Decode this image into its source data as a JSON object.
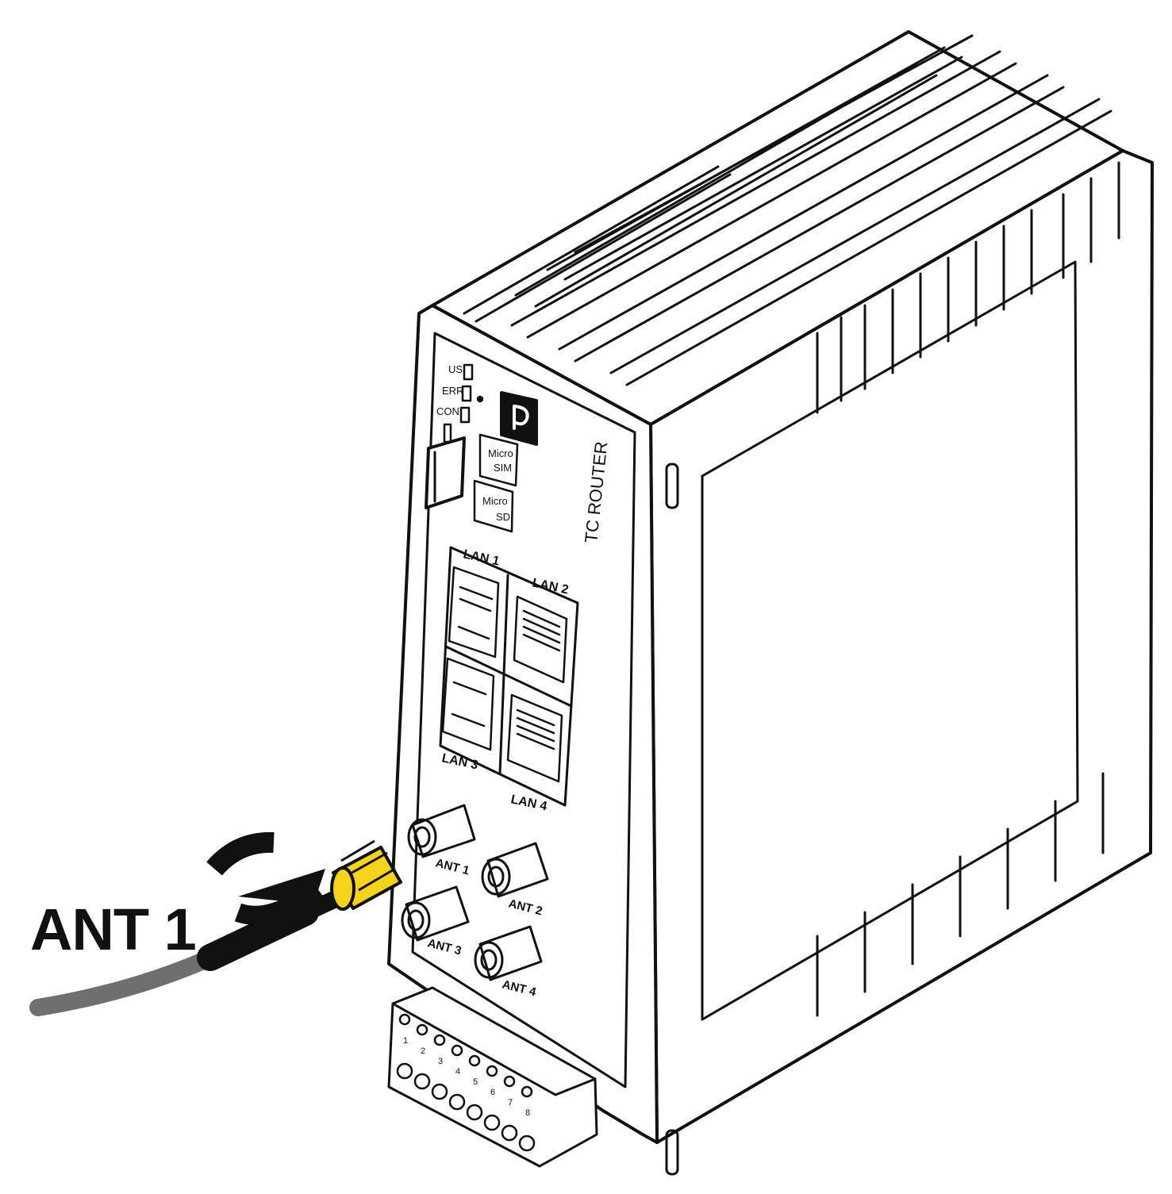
{
  "callout_label": "ANT 1",
  "device": {
    "name_label": "TC ROUTER",
    "leds": [
      "US",
      "ERR",
      "CON"
    ],
    "slots": {
      "sim": [
        "Micro",
        "SIM"
      ],
      "sd": [
        "Micro",
        "SD"
      ]
    },
    "lan_ports": [
      "LAN 1",
      "LAN 2",
      "LAN 3",
      "LAN 4"
    ],
    "antenna_ports": [
      "ANT 1",
      "ANT 2",
      "ANT 3",
      "ANT 4"
    ],
    "terminal_numbers": [
      "1",
      "2",
      "3",
      "4",
      "5",
      "6",
      "7",
      "8"
    ]
  },
  "colors": {
    "connector": "#f5d21c",
    "cable": "#6f6f6f",
    "outline": "#111111",
    "body": "#ffffff"
  }
}
